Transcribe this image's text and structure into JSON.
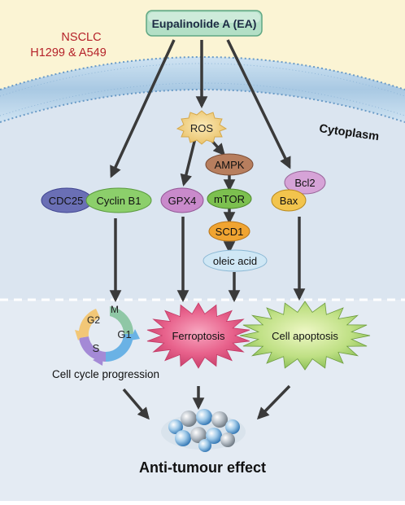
{
  "drug_label": "Eupalinolide A (EA)",
  "cell_line_label": "NSCLC",
  "cell_line_names": "H1299 & A549",
  "cytoplasm_label": "Cytoplasm",
  "nodes": {
    "ros": "ROS",
    "ampk": "AMPK",
    "mtor": "mTOR",
    "scd1": "SCD1",
    "oleic_acid": "oleic acid",
    "cdc25": "CDC25",
    "cyclin_b1": "Cyclin B1",
    "gpx4": "GPX4",
    "bcl2": "Bcl2",
    "bax": "Bax"
  },
  "cell_cycle_phases": {
    "g1": "G1",
    "s": "S",
    "g2": "G2",
    "m": "M"
  },
  "cell_cycle_label": "Cell cycle progression",
  "ferroptosis_label": "Ferroptosis",
  "apoptosis_label": "Cell apoptosis",
  "effect_label": "Anti-tumour effect",
  "colors": {
    "drug_box": "#b3dfc6",
    "cell_line_text": "#b5222a",
    "extracellular": "#fbf4d4",
    "cytoplasm": "#d6e1ee",
    "ros": "#f2d68a",
    "ampk": "#b77e5e",
    "mtor": "#7cc04f",
    "scd1": "#f0a431",
    "oleic_acid": "#cfe7f5",
    "cdc25": "#6a6fb5",
    "cyclin_b1": "#8ccf6b",
    "gpx4": "#c98acb",
    "bcl2": "#d6a3d7",
    "bax": "#f2c44d",
    "ferroptosis": "#e5537f",
    "apoptosis": "#bde07f"
  }
}
